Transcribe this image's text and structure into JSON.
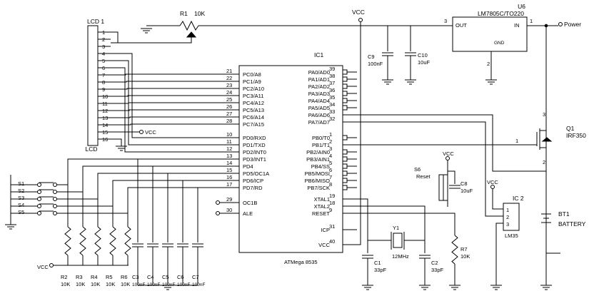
{
  "lcd": {
    "ref": "LCD 1",
    "name": "LCD",
    "pins": [
      "1",
      "2",
      "3",
      "4",
      "5",
      "6",
      "7",
      "8",
      "9",
      "10",
      "11",
      "12",
      "13",
      "14",
      "15",
      "16"
    ],
    "vcc": "VCC"
  },
  "r1": {
    "ref": "R1",
    "value": "10K"
  },
  "vcc_top": "VCC",
  "regulator": {
    "ref": "U6",
    "part": "LM7805C/TO220",
    "out": "OUT",
    "in": "IN",
    "gnd": "GND",
    "pin_out": "3",
    "pin_in": "1",
    "pin_gnd": "2",
    "power": "Power"
  },
  "c9": {
    "ref": "C9",
    "value": "100nF"
  },
  "c10": {
    "ref": "C10",
    "value": "10uF"
  },
  "ic1": {
    "ref": "IC1",
    "part": "ATMega 8535",
    "left_pins": [
      {
        "num": "21",
        "name": "PC0/A8"
      },
      {
        "num": "22",
        "name": "PC1/A9"
      },
      {
        "num": "23",
        "name": "PC2/A10"
      },
      {
        "num": "24",
        "name": "PC3/A11"
      },
      {
        "num": "25",
        "name": "PC4/A12"
      },
      {
        "num": "26",
        "name": "PC5/A13"
      },
      {
        "num": "27",
        "name": "PC6/A14"
      },
      {
        "num": "28",
        "name": "PC7/A15"
      },
      {
        "num": "10",
        "name": "PD0/RXD"
      },
      {
        "num": "11",
        "name": "PD1/TXD"
      },
      {
        "num": "12",
        "name": "PD2/INT0"
      },
      {
        "num": "13",
        "name": "PD3/INT1"
      },
      {
        "num": "14",
        "name": "PD4"
      },
      {
        "num": "15",
        "name": "PD5/OC1A"
      },
      {
        "num": "16",
        "name": "PD6/ICP"
      },
      {
        "num": "17",
        "name": "PD7/RD"
      },
      {
        "num": "29",
        "name": "OC1B"
      },
      {
        "num": "30",
        "name": "ALE"
      }
    ],
    "right_pins": [
      {
        "num": "39",
        "name": "PA0/AD0"
      },
      {
        "num": "38",
        "name": "PA1/AD1"
      },
      {
        "num": "37",
        "name": "PA2/AD2"
      },
      {
        "num": "36",
        "name": "PA3/AD3"
      },
      {
        "num": "35",
        "name": "PA4/AD4"
      },
      {
        "num": "34",
        "name": "PA5/AD5"
      },
      {
        "num": "33",
        "name": "PA6/AD6"
      },
      {
        "num": "32",
        "name": "PA7/AD7"
      },
      {
        "num": "1",
        "name": "PB0/T0"
      },
      {
        "num": "2",
        "name": "PB1/T1"
      },
      {
        "num": "3",
        "name": "PB2/AIN0"
      },
      {
        "num": "4",
        "name": "PB3/AIN1"
      },
      {
        "num": "5",
        "name": "PB4/SS"
      },
      {
        "num": "6",
        "name": "PB5/MOSI"
      },
      {
        "num": "7",
        "name": "PB6/MISO"
      },
      {
        "num": "8",
        "name": "PB7/SCK"
      },
      {
        "num": "19",
        "name": "XTAL1"
      },
      {
        "num": "18",
        "name": "XTAL2"
      },
      {
        "num": "9",
        "name": "RESET"
      },
      {
        "num": "31",
        "name": "ICP"
      },
      {
        "num": "40",
        "name": "VCC"
      }
    ]
  },
  "switches": [
    "S1",
    "S2",
    "S3",
    "S4",
    "S5"
  ],
  "resistors": [
    {
      "ref": "R2",
      "value": "10K"
    },
    {
      "ref": "R3",
      "value": "10K"
    },
    {
      "ref": "R4",
      "value": "10K"
    },
    {
      "ref": "R5",
      "value": "10K"
    },
    {
      "ref": "R6",
      "value": "10K"
    }
  ],
  "caps": [
    {
      "ref": "C3",
      "value": "100nF"
    },
    {
      "ref": "C4",
      "value": "100nF"
    },
    {
      "ref": "C5",
      "value": "100nF"
    },
    {
      "ref": "C6",
      "value": "100nF"
    },
    {
      "ref": "C7",
      "value": "100nF"
    }
  ],
  "vcc_bottom": "VCC",
  "s6": {
    "ref": "S6",
    "name": "Reset"
  },
  "vcc_reset": "VCC",
  "c8": {
    "ref": "C8",
    "value": "10uF"
  },
  "r7": {
    "ref": "R7",
    "value": "10K"
  },
  "y1": {
    "ref": "Y1",
    "value": "12MHz"
  },
  "c1": {
    "ref": "C1",
    "value": "33pF"
  },
  "c2": {
    "ref": "C2",
    "value": "33pF"
  },
  "q1": {
    "ref": "Q1",
    "part": "IRF350",
    "pin_g": "1",
    "pin_d": "3",
    "pin_s": "2"
  },
  "ic2": {
    "ref": "IC 2",
    "part": "LM35",
    "pins": [
      "1",
      "2",
      "3"
    ],
    "vcc": "VCC"
  },
  "bt1": {
    "ref": "BT1",
    "name": "BATTERY"
  }
}
